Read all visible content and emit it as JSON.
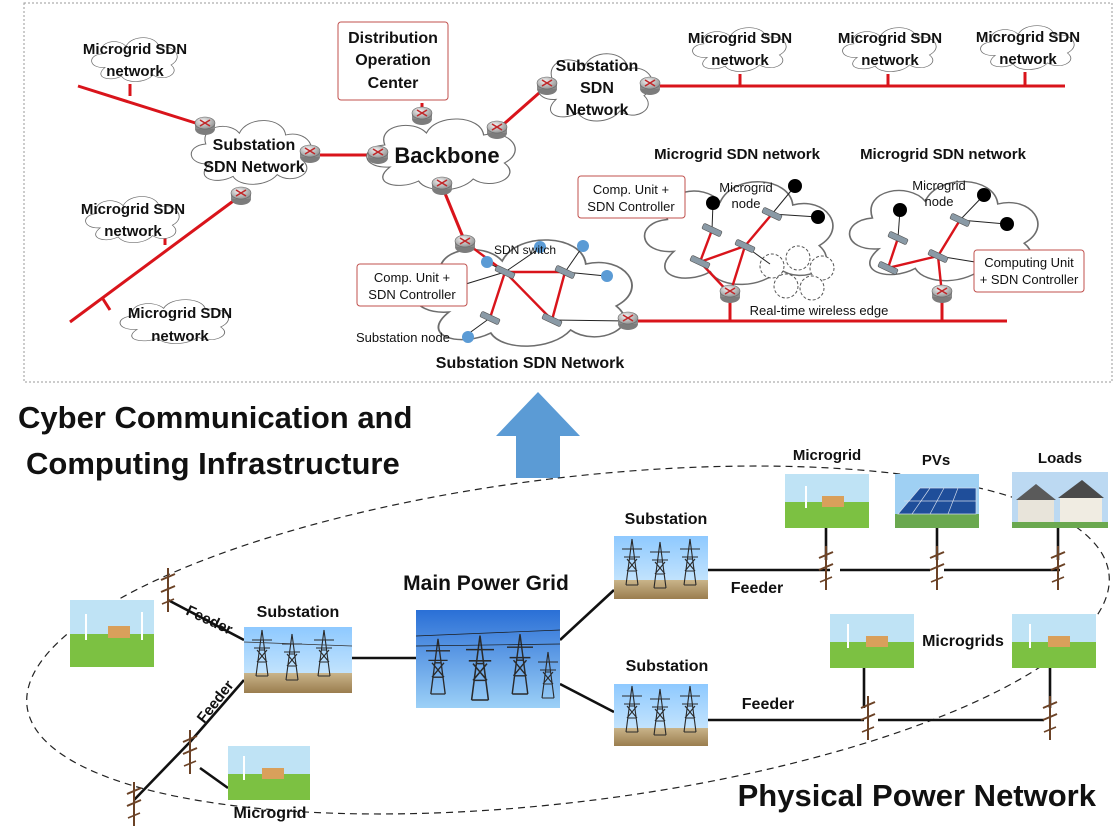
{
  "cyber": {
    "title_line1": "Cyber Communication and",
    "title_line2": "Computing Infrastructure",
    "mg_nw_1": "Microgrid SDN",
    "mg_nw_2": "network",
    "mg_w_1": "Microgrid SDN",
    "mg_w_2": "network",
    "mg_sw_1": "Microgrid SDN",
    "mg_sw_2": "network",
    "mg_t1_1": "Microgrid SDN",
    "mg_t1_2": "network",
    "mg_t2_1": "Microgrid SDN",
    "mg_t2_2": "network",
    "mg_t3_1": "Microgrid SDN",
    "mg_t3_2": "network",
    "doc_1": "Distribution",
    "doc_2": "Operation",
    "doc_3": "Center",
    "sub_left_1": "Substation",
    "sub_left_2": "SDN Network",
    "backbone": "Backbone",
    "sub_top_1": "Substation",
    "sub_top_2": "SDN",
    "sub_top_3": "Network",
    "sub_bottom": "Substation SDN Network",
    "sdn_switch": "SDN switch",
    "comp_unit_1a": "Comp. Unit +",
    "comp_unit_1b": "SDN Controller",
    "substation_node": "Substation node",
    "mg_detail1_title": "Microgrid SDN network",
    "mg_detail2_title": "Microgrid SDN network",
    "comp_unit_2a": "Comp. Unit +",
    "comp_unit_2b": "SDN Controller",
    "mg_node_1a": "Microgrid",
    "mg_node_1b": "node",
    "mg_node_2a": "Microgrid",
    "mg_node_2b": "node",
    "computing_unit_a": "Computing Unit",
    "computing_unit_b": "+ SDN Controller",
    "wireless_edge": "Real-time wireless edge"
  },
  "physical": {
    "title": "Physical Power Network",
    "main_grid": "Main Power Grid",
    "substation_left": "Substation",
    "substation_top": "Substation",
    "substation_bottom": "Substation",
    "feeder_1": "Feeder",
    "feeder_2": "Feeder",
    "feeder_3": "Feeder",
    "feeder_4": "Feeder",
    "microgrid_top": "Microgrid",
    "pvs": "PVs",
    "loads": "Loads",
    "microgrids": "Microgrids",
    "microgrid_bottom": "Microgrid"
  },
  "colors": {
    "link": "#d9141b",
    "arrow": "#5b9bd5",
    "node_blue": "#5b9bd5",
    "label_border": "#c0504d"
  }
}
